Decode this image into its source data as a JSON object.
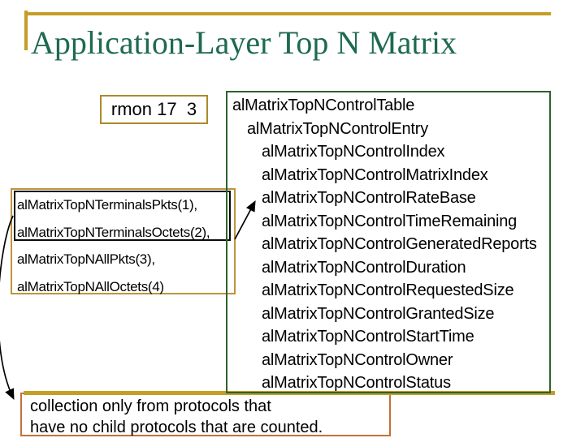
{
  "slide": {
    "title": "Application-Layer Top N Matrix",
    "oid_box": {
      "label": "rmon 17  3"
    },
    "terminals_box": {
      "items": [
        "alMatrixTopNTerminalsPkts(1),",
        "alMatrixTopNTerminalsOctets(2),",
        "alMatrixTopNAllPkts(3),",
        "alMatrixTopNAllOctets(4)"
      ]
    },
    "control_box": {
      "items": [
        {
          "label": "alMatrixTopNControlTable",
          "indent": 0
        },
        {
          "label": "alMatrixTopNControlEntry",
          "indent": 1
        },
        {
          "label": "alMatrixTopNControlIndex",
          "indent": 2
        },
        {
          "label": "alMatrixTopNControlMatrixIndex",
          "indent": 2
        },
        {
          "label": "alMatrixTopNControlRateBase",
          "indent": 2
        },
        {
          "label": "alMatrixTopNControlTimeRemaining",
          "indent": 2
        },
        {
          "label": "alMatrixTopNControlGeneratedReports",
          "indent": 2
        },
        {
          "label": "alMatrixTopNControlDuration",
          "indent": 2
        },
        {
          "label": "alMatrixTopNControlRequestedSize",
          "indent": 2
        },
        {
          "label": "alMatrixTopNControlGrantedSize",
          "indent": 2
        },
        {
          "label": "alMatrixTopNControlStartTime",
          "indent": 2
        },
        {
          "label": "alMatrixTopNControlOwner",
          "indent": 2
        },
        {
          "label": "alMatrixTopNControlStatus",
          "indent": 2
        }
      ]
    },
    "note_box": {
      "lines": [
        "collection only from protocols that",
        "have no child protocols that are counted."
      ]
    },
    "colors": {
      "accent_gold": "#C49E27",
      "title_green": "#1E6A4E",
      "control_border_green": "#2D622D",
      "oid_border_gold": "#AD8A28",
      "terminals_border_tan": "#BD9440",
      "note_border_orange": "#C57038",
      "text_black": "#000000"
    }
  }
}
